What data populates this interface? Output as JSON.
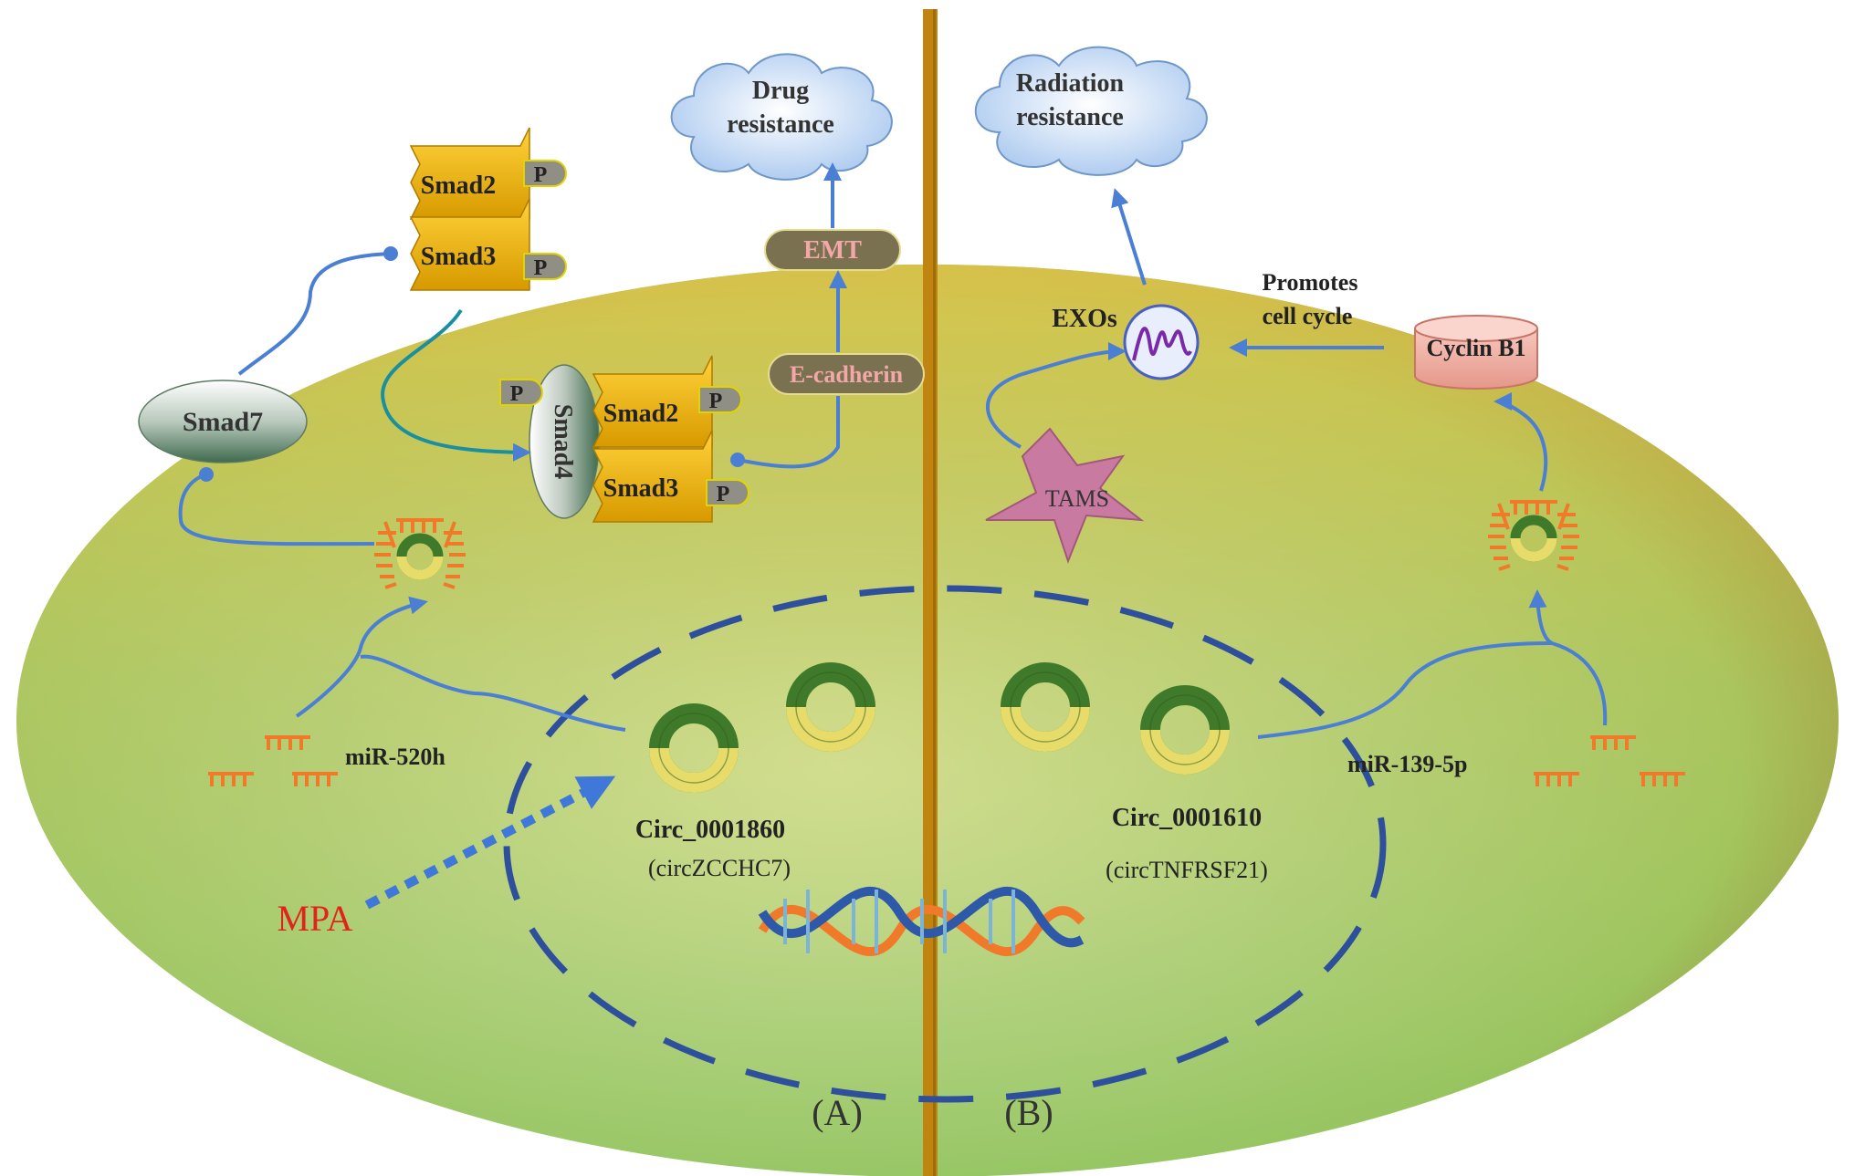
{
  "panel_a": {
    "label": "(A)",
    "outcome": "Drug resistance",
    "outcome_line1": "Drug",
    "outcome_line2": "resistance",
    "emt": "EMT",
    "ecadherin": "E-cadherin",
    "smad2_top": "Smad2",
    "smad3_top": "Smad3",
    "smad2_bottom": "Smad2",
    "smad3_bottom": "Smad3",
    "smad4": "Smad4",
    "smad7": "Smad7",
    "phospho": "P",
    "mirna": "miR-520h",
    "circ_id": "Circ_0001860",
    "circ_alias": "(circZCCHC7)",
    "drug": "MPA"
  },
  "panel_b": {
    "label": "(B)",
    "outcome_line1": "Radiation",
    "outcome_line2": "resistance",
    "exos": "EXOs",
    "cell_cycle_line1": "Promotes",
    "cell_cycle_line2": "cell cycle",
    "cyclin": "Cyclin B1",
    "tams": "TAMS",
    "mirna": "miR-139-5p",
    "circ_id": "Circ_0001610",
    "circ_alias": "(circTNFRSF21)"
  },
  "colors": {
    "arrow": "#4a7fd4",
    "smad": "#e9b400",
    "divider": "#c08410",
    "mpa": "#e0241b",
    "mirna": "#f07a2a",
    "nucleus": "#2e4f9c"
  }
}
